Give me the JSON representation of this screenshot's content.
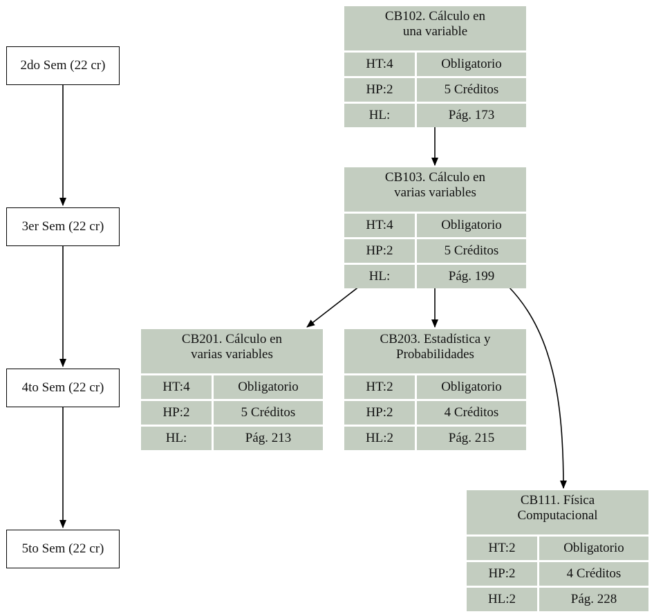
{
  "semesters": [
    {
      "label": "2do Sem (22 cr)"
    },
    {
      "label": "3er Sem (22 cr)"
    },
    {
      "label": "4to Sem (22 cr)"
    },
    {
      "label": "5to Sem (22 cr)"
    }
  ],
  "courses": {
    "cb102": {
      "title_line1": "CB102. Cálculo en",
      "title_line2": "una variable",
      "ht": "HT:4",
      "type": "Obligatorio",
      "hp": "HP:2",
      "credits": "5 Créditos",
      "hl": "HL:",
      "page": "Pág. 173"
    },
    "cb103": {
      "title_line1": "CB103. Cálculo en",
      "title_line2": "varias variables",
      "ht": "HT:4",
      "type": "Obligatorio",
      "hp": "HP:2",
      "credits": "5 Créditos",
      "hl": "HL:",
      "page": "Pág. 199"
    },
    "cb201": {
      "title_line1": "CB201. Cálculo en",
      "title_line2": "varias variables",
      "ht": "HT:4",
      "type": "Obligatorio",
      "hp": "HP:2",
      "credits": "5 Créditos",
      "hl": "HL:",
      "page": "Pág. 213"
    },
    "cb203": {
      "title_line1": "CB203. Estadística y",
      "title_line2": "Probabilidades",
      "ht": "HT:2",
      "type": "Obligatorio",
      "hp": "HP:2",
      "credits": "4 Créditos",
      "hl": "HL:2",
      "page": "Pág. 215"
    },
    "cb111": {
      "title_line1": "CB111. Física",
      "title_line2": "Computacional",
      "ht": "HT:2",
      "type": "Obligatorio",
      "hp": "HP:2",
      "credits": "4 Créditos",
      "hl": "HL:2",
      "page": "Pág. 228"
    }
  },
  "colors": {
    "node_fill": "#c3cdc0",
    "edge": "#000000"
  }
}
